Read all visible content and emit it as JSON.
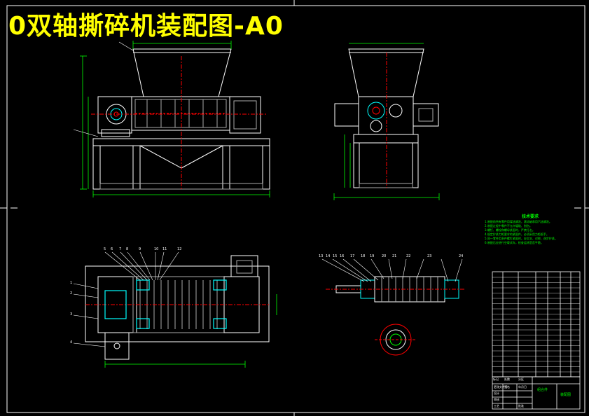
{
  "title": "0双轴撕碎机装配图-A0",
  "notes": {
    "heading": "技术要求",
    "lines": [
      "1.装配前所有零件用煤油清洗，滚动轴承用汽油清洗。",
      "2.装配过程中零件不允许磕碰、划伤。",
      "3.螺钉、螺栓和螺母紧固时，严禁打击。",
      "4.规定拧紧力矩要求的紧固件，必须采用力矩扳手。",
      "5.同一零件用多件螺钉紧固时，应交叉、对称、逐步拧紧。",
      "6.装配后应进行空载试车，检查运转是否平稳。"
    ]
  },
  "title_block": {
    "drawing_name": "装配图",
    "material": "组合件",
    "cells": [
      "标记",
      "处数",
      "分区",
      "更改文件号",
      "签名",
      "年月日",
      "设计",
      "审核",
      "工艺",
      "批准"
    ]
  },
  "balloons_front_left": [
    "1",
    "2",
    "3",
    "4"
  ],
  "balloons_front_top": [
    "5",
    "6",
    "7",
    "8",
    "9",
    "10",
    "11",
    "12"
  ],
  "balloons_side_top": [
    "13",
    "14",
    "15",
    "16",
    "17",
    "18",
    "19",
    "20",
    "21",
    "22",
    "23",
    "24"
  ],
  "colors": {
    "background": "#000000",
    "line": "#ffffff",
    "dimension": "#00ff00",
    "centerline": "#ff0000",
    "part": "#00ffff",
    "title": "#ffff00",
    "accent": "#ff00ff"
  }
}
